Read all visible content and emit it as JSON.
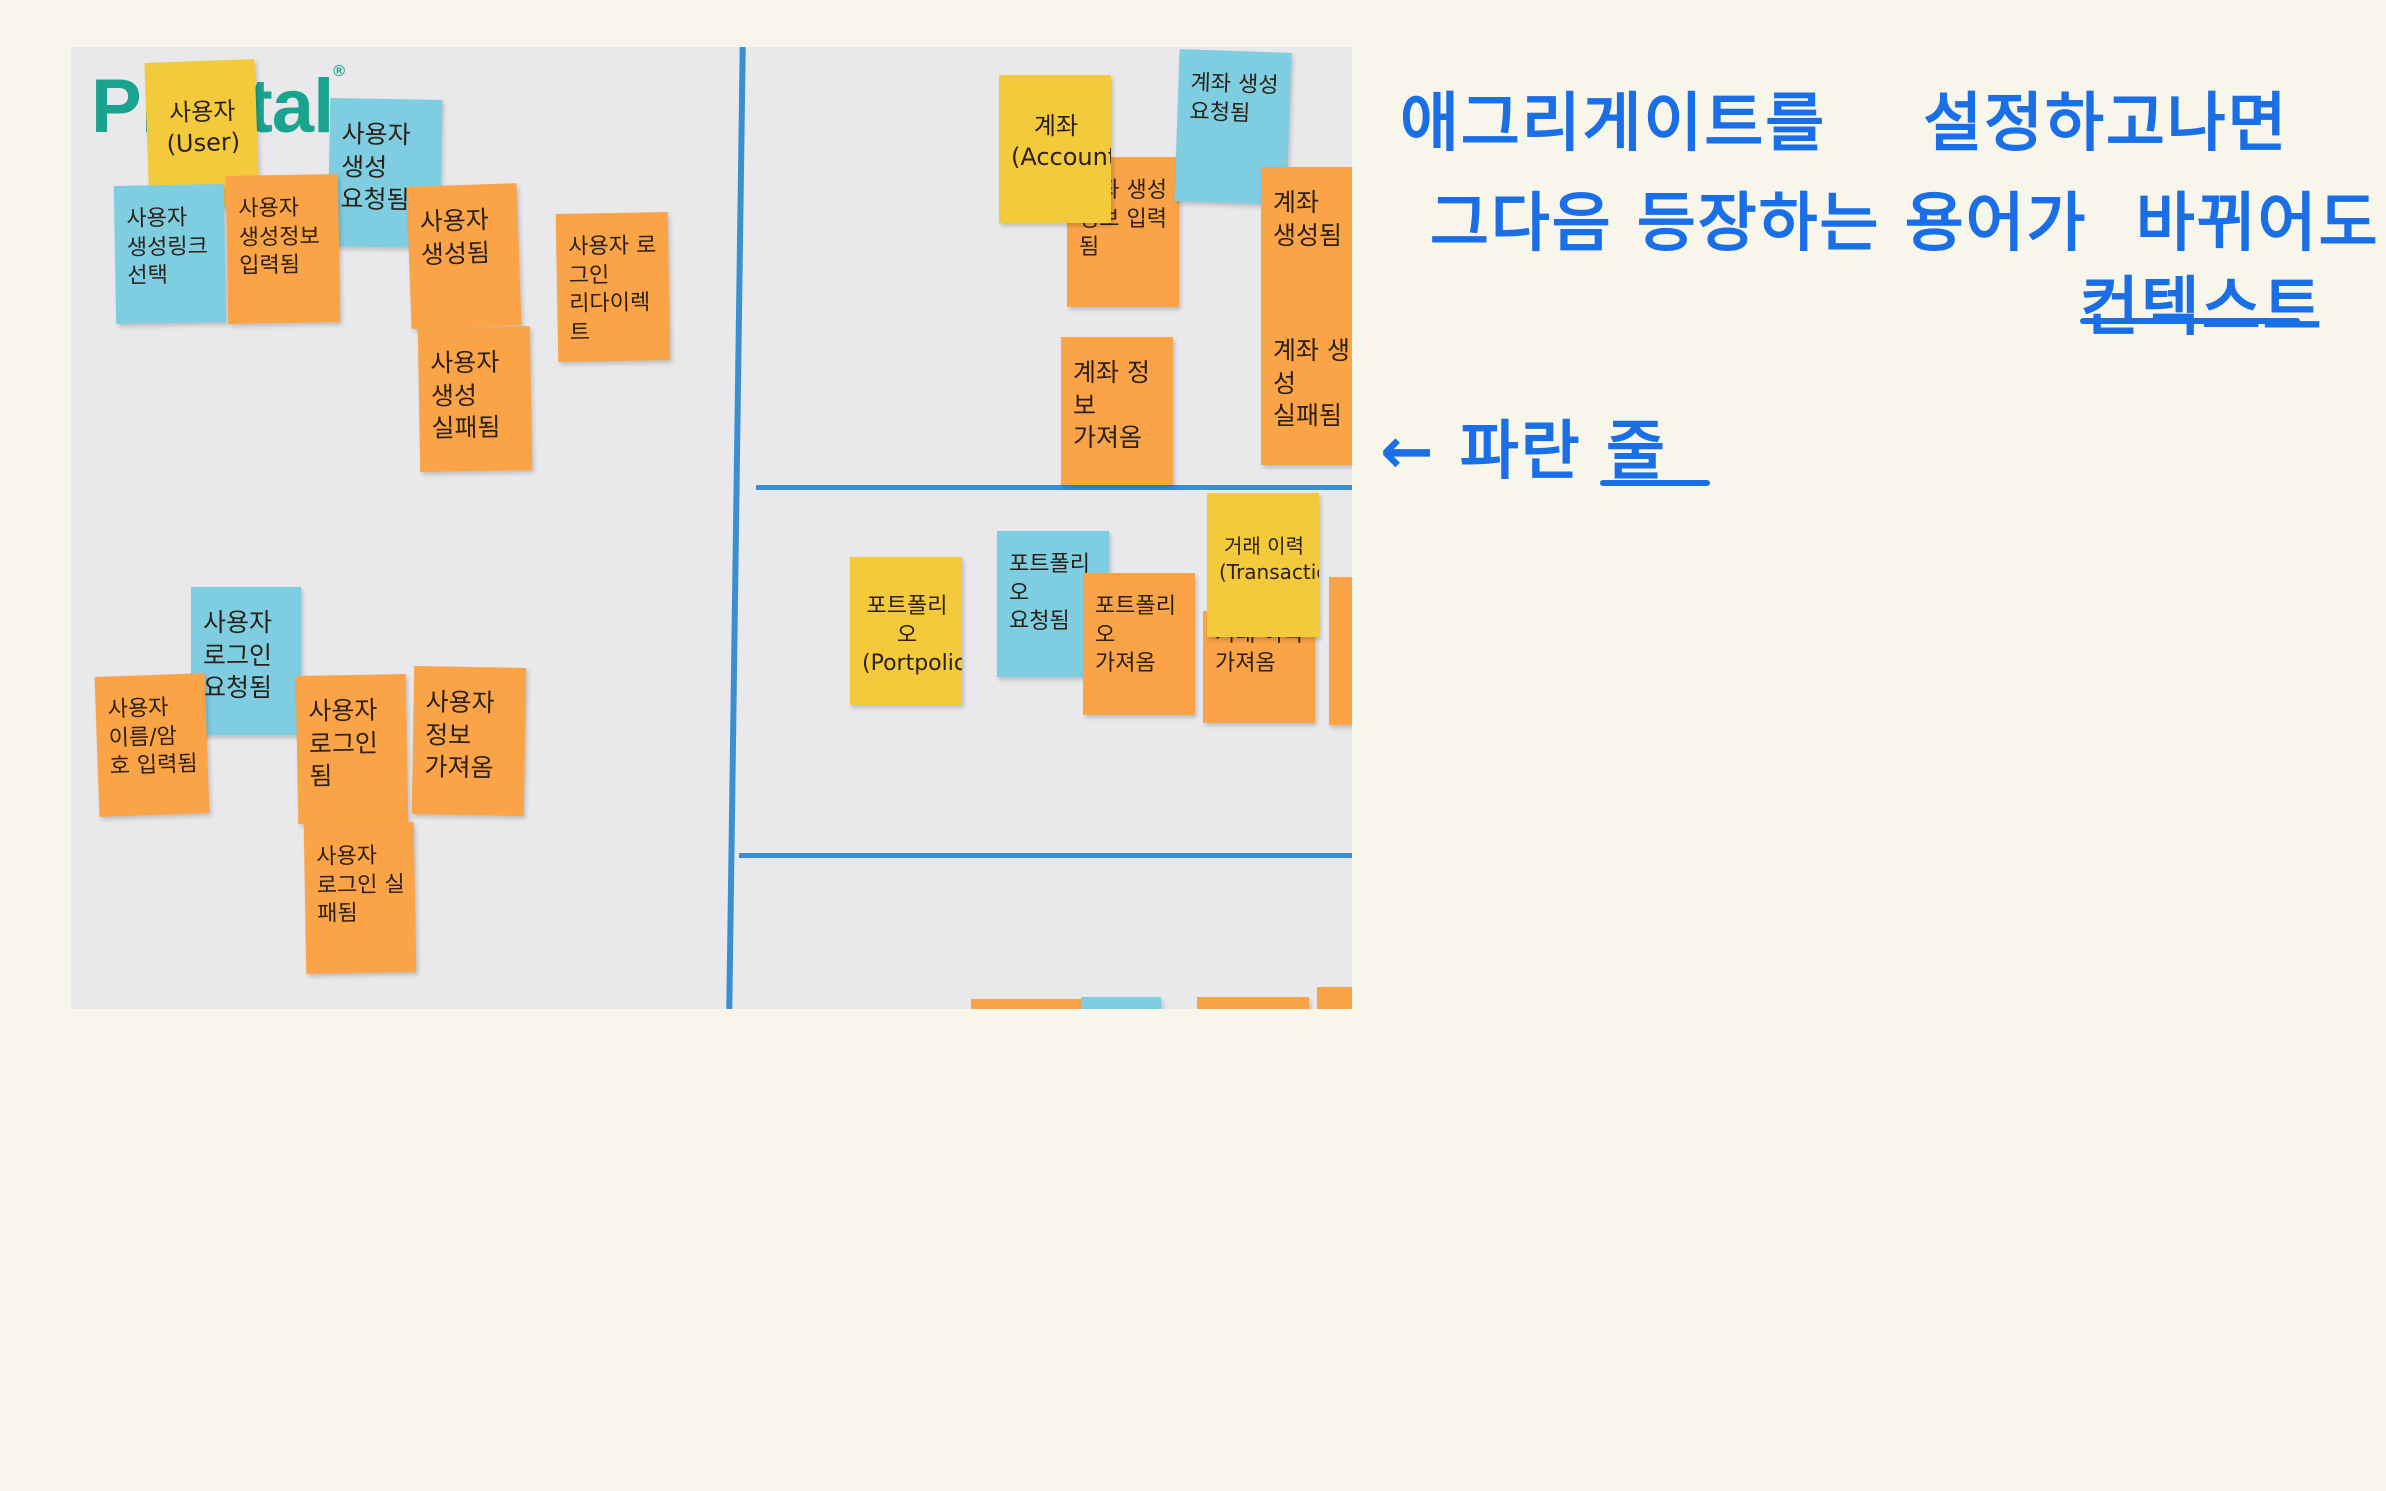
{
  "photo": {
    "logo": "Pivotal",
    "notes": {
      "user_aggregate": "사용자\n(User)",
      "create_request": "사용자 생성\n요청됨",
      "create_link": "사용자\n생성링크선택",
      "info_entered": "사용자\n생성정보 입력됨",
      "created": "사용자\n생성됨",
      "login_redirect": "사용자 로그인\n리다이렉트",
      "create_failed": "사용자 생성\n실패됨",
      "login_request": "사용자\n로그인 요청됨",
      "name_entered": "사용자\n이름/암호 입력됨",
      "logged_in": "사용자\n로그인 됨",
      "info_fetched": "사용자 정보\n가져옴",
      "login_failed": "사용자\n로그인 실패됨",
      "account_aggregate": "계좌\n(Account)",
      "account_create_request": "계좌 생성\n요청됨",
      "account_info_entered": "계좌 생성\n정보 입력됨",
      "account_created": "계좌\n생성됨",
      "account_info_fetched": "계좌 정보\n가져옴",
      "account_create_failed": "계좌 생성\n실패됨",
      "portfolio_aggregate": "포트폴리오\n(Portpolio)",
      "portfolio_request": "포트폴리오\n요청됨",
      "portfolio_fetched": "포트폴리오\n가져옴",
      "transaction_aggregate": "거래 이력\n(Transaction)",
      "transaction_fetched": "거래 이력\n가져옴"
    }
  },
  "annotations": {
    "line1": "애그리게이트를    설정하고나면",
    "line2": "그다음 등장하는 용어가  바뀌어도",
    "line3": "컨텍스트",
    "arrow_note": "← 파란 줄"
  },
  "colors": {
    "orange_note": "#fba347",
    "blue_note": "#7fcde0",
    "yellow_note": "#f3ca3c",
    "board_line": "#3a8fd0",
    "annotation_ink": "#1a6fe6"
  }
}
